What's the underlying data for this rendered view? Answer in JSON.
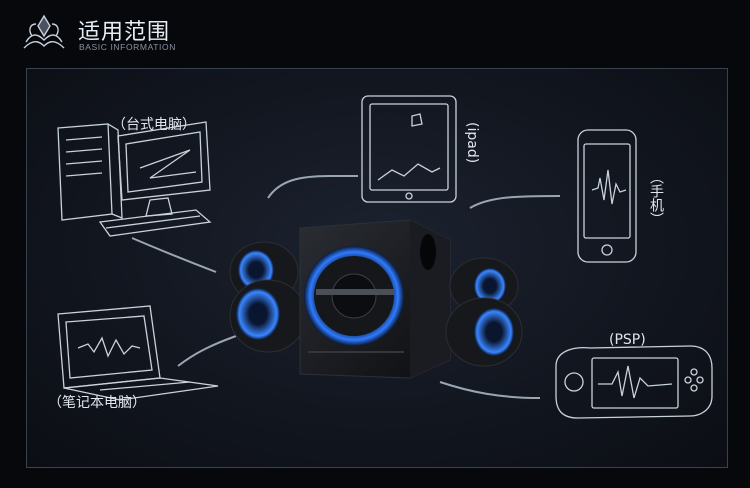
{
  "header": {
    "title": "适用范围",
    "subtitle": "BASIC INFORMATION"
  },
  "labels": {
    "desktop": "（台式电脑）",
    "ipad": "(ipad)",
    "phone": "（手机）",
    "psp": "(PSP)",
    "laptop": "（笔记本电脑）"
  },
  "colors": {
    "background": "#06080c",
    "board": "#12161f",
    "sketch_line": "#c9d2dc",
    "led_blue": "#2f7bff"
  }
}
